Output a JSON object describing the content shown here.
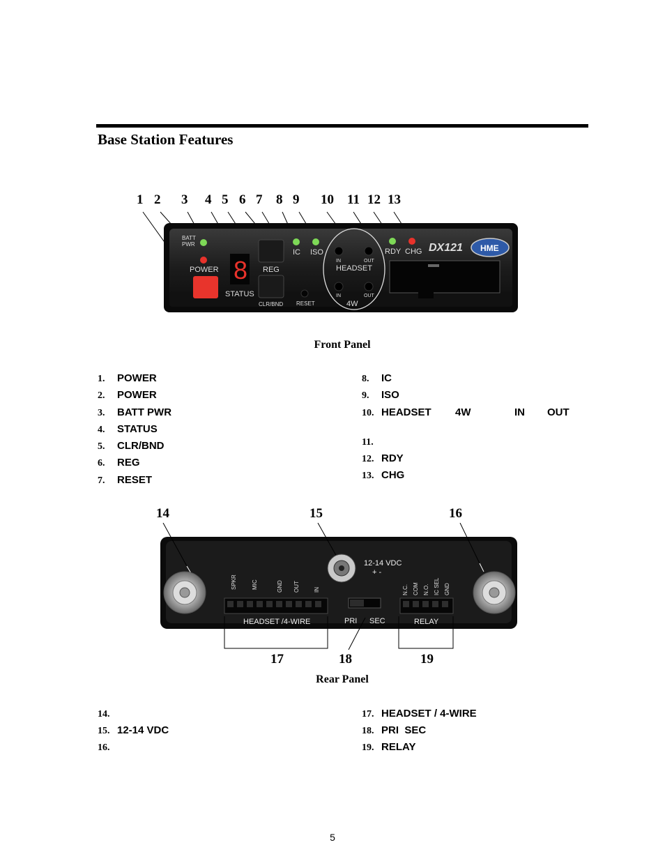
{
  "header": {
    "title": "Base Station Features"
  },
  "front_panel": {
    "caption": "Front Panel",
    "callouts": [
      "1",
      "2",
      "3",
      "4",
      "5",
      "6",
      "7",
      "8",
      "9",
      "10",
      "11",
      "12",
      "13"
    ],
    "device": {
      "batt_pwr_label": "BATT PWR",
      "power_label": "POWER",
      "status_digit": "8",
      "status_label": "STATUS",
      "reg_label": "REG",
      "clrbnd_label": "CLR/BND",
      "reset_label": "RESET",
      "ic_label": "IC",
      "iso_label": "ISO",
      "headset_label": "HEADSET",
      "in_label": "IN",
      "out_label": "OUT",
      "fourw_label": "4W",
      "rdy_label": "RDY",
      "chg_label": "CHG",
      "model": "DX121",
      "brand": "HME",
      "led_green": "#7ed957",
      "led_red": "#e8322b",
      "power_button_color": "#e8342c"
    },
    "items_left": [
      {
        "num": "1.",
        "label": "POWER"
      },
      {
        "num": "2.",
        "label": "POWER"
      },
      {
        "num": "3.",
        "label": "BATT PWR"
      },
      {
        "num": "4.",
        "label": "STATUS"
      },
      {
        "num": "5.",
        "label": "CLR/BND"
      },
      {
        "num": "6.",
        "label": "REG"
      },
      {
        "num": "7.",
        "label": "RESET"
      }
    ],
    "items_right": [
      {
        "num": "8.",
        "label": "IC"
      },
      {
        "num": "9.",
        "label": "ISO"
      },
      {
        "num": "10.",
        "label": "HEADSET",
        "extra": [
          "4W",
          "IN",
          "OUT"
        ]
      },
      {
        "num": "11.",
        "label": ""
      },
      {
        "num": "12.",
        "label": "RDY"
      },
      {
        "num": "13.",
        "label": "CHG"
      }
    ]
  },
  "rear_panel": {
    "caption": "Rear Panel",
    "callouts": [
      "14",
      "15",
      "16",
      "17",
      "18",
      "19"
    ],
    "device": {
      "vdc_label": "12-14 VDC",
      "polarity": "+ -",
      "pin_labels_left": [
        "SPKR",
        "MIC",
        "GND",
        "OUT",
        "IN"
      ],
      "pin_labels_right": [
        "N.C.",
        "COM",
        "N.O.",
        "IC SEL",
        "GND"
      ],
      "headset_block_label": "HEADSET /4-WIRE",
      "pri_label": "PRI",
      "sec_label": "SEC",
      "relay_label": "RELAY"
    },
    "items_left": [
      {
        "num": "14.",
        "label": ""
      },
      {
        "num": "15.",
        "label": "12-14 VDC"
      },
      {
        "num": "16.",
        "label": ""
      }
    ],
    "items_right": [
      {
        "num": "17.",
        "label": "HEADSET / 4-WIRE"
      },
      {
        "num": "18.",
        "label": "PRI  SEC"
      },
      {
        "num": "19.",
        "label": "RELAY"
      }
    ]
  },
  "footer": {
    "page_number": "5"
  }
}
